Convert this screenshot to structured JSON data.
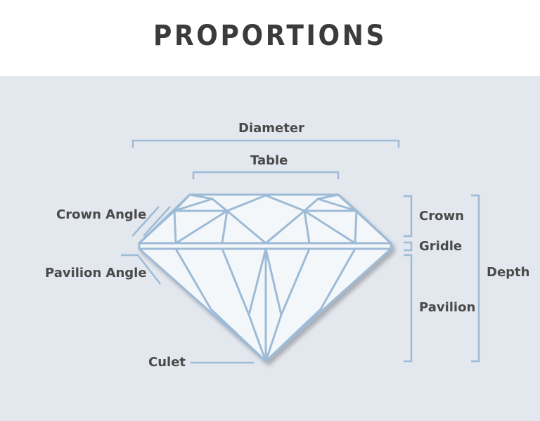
{
  "title": "PROPORTIONS",
  "labels": {
    "diameter": "Diameter",
    "table": "Table",
    "crown_angle": "Crown Angle",
    "pavilion_angle": "Pavilion Angle",
    "culet": "Culet",
    "crown": "Crown",
    "gridle": "Gridle",
    "pavilion": "Pavilion",
    "depth": "Depth"
  },
  "colors": {
    "background_panel": "#e3e7ee",
    "diamond_line": "#9dbbd6",
    "diamond_fill": "#f4f7fa",
    "guide_line": "#9dbbd6",
    "text": "#4a4a4a",
    "title_text": "#3b3b3b"
  }
}
